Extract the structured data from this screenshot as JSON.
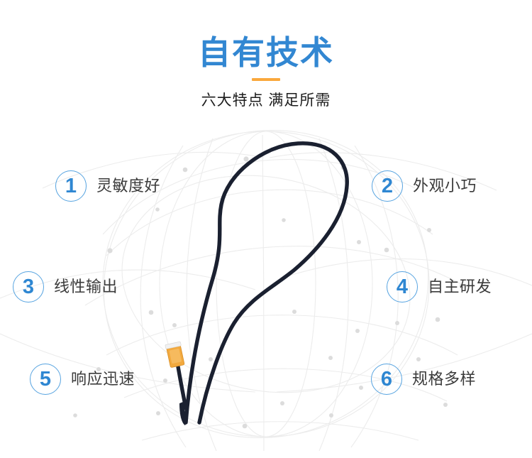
{
  "header": {
    "title": "自有技术",
    "subtitle": "六大特点 满足所需",
    "title_color": "#3287d2",
    "rule_color": "#faa83c",
    "subtitle_color": "#1c1c1c"
  },
  "features": [
    {
      "number": "1",
      "label": "灵敏度好"
    },
    {
      "number": "2",
      "label": "外观小巧"
    },
    {
      "number": "3",
      "label": "线性输出"
    },
    {
      "number": "4",
      "label": "自主研发"
    },
    {
      "number": "5",
      "label": "响应迅速"
    },
    {
      "number": "6",
      "label": "规格多样"
    }
  ],
  "theme": {
    "badge_number_color": "#2f87d2",
    "badge_ring_color": "#56a3e0",
    "label_color": "#3b3b3b",
    "background_color": "#ffffff",
    "network_line_color": "#ececec",
    "network_dot_color": "#dcdcdc",
    "cable_color": "#1a2030",
    "sensor_body_color": "#f2a93e",
    "sensor_collar_color": "#f2f2f2"
  }
}
